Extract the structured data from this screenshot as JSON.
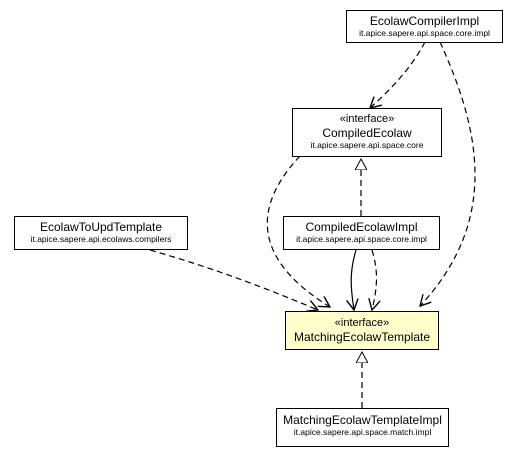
{
  "nodes": {
    "ecolaw_compiler_impl": {
      "name": "EcolawCompilerImpl",
      "package": "it.apice.sapere.api.space.core.impl"
    },
    "compiled_ecolaw": {
      "stereotype": "«interface»",
      "name": "CompiledEcolaw",
      "package": "it.apice.sapere.api.space.core"
    },
    "ecolaw_to_upd_template": {
      "name": "EcolawToUpdTemplate",
      "package": "it.apice.sapere.api.ecolaws.compilers"
    },
    "compiled_ecolaw_impl": {
      "name": "CompiledEcolawImpl",
      "package": "it.apice.sapere.api.space.core.impl"
    },
    "matching_ecolaw_template": {
      "stereotype": "«interface»",
      "name": "MatchingEcolawTemplate"
    },
    "matching_ecolaw_template_impl": {
      "name": "MatchingEcolawTemplateImpl",
      "package": "it.apice.sapere.api.space.match.impl"
    }
  },
  "colors": {
    "highlight_fill": "#ffffcc",
    "line": "#000000"
  }
}
